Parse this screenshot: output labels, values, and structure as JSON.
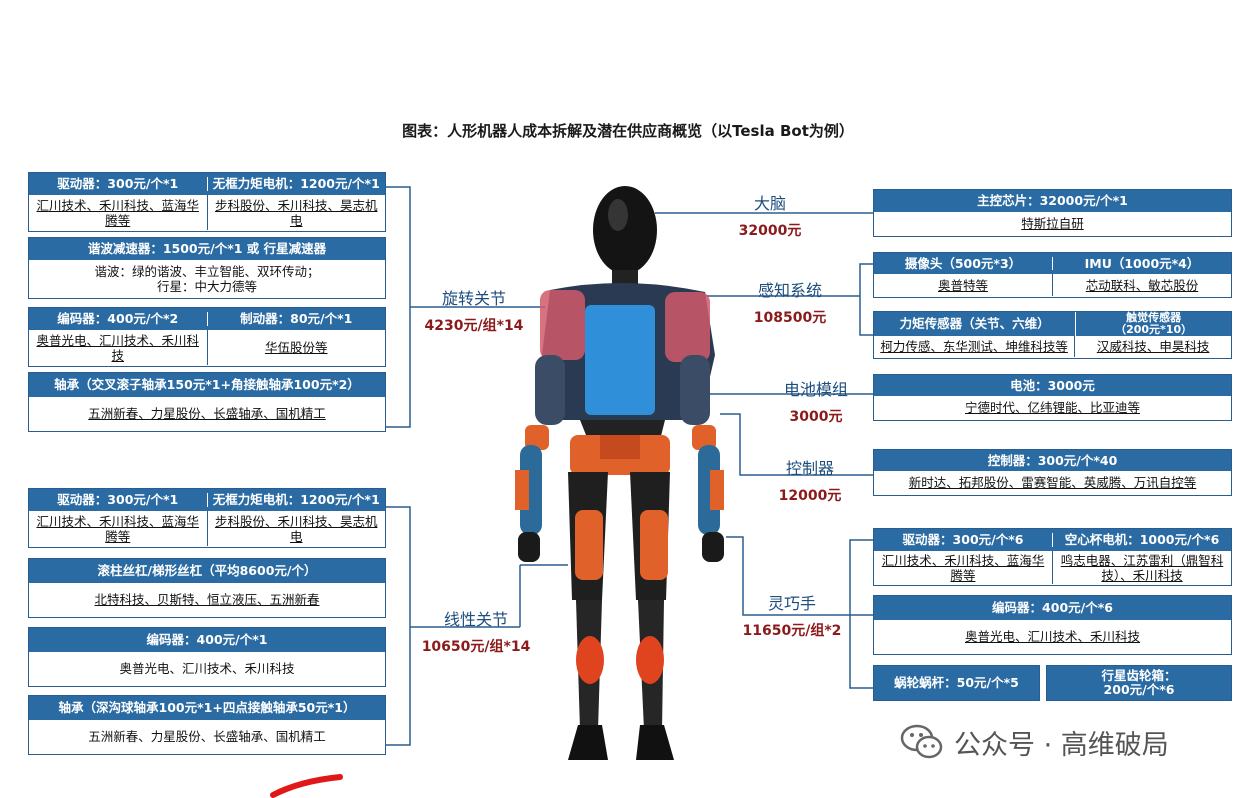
{
  "title": "图表：人形机器人成本拆解及潜在供应商概览（以Tesla Bot为例）",
  "colors": {
    "header": "#2b6ba3",
    "border": "#2a5d8f",
    "cost": "#8b1a1a",
    "label": "#1e4e7e"
  },
  "labels": {
    "rotary": {
      "name": "旋转关节",
      "cost": "4230元/组*14"
    },
    "linear": {
      "name": "线性关节",
      "cost": "10650元/组*14"
    },
    "brain": {
      "name": "大脑",
      "cost": "32000元"
    },
    "sensing": {
      "name": "感知系统",
      "cost": "108500元"
    },
    "battery": {
      "name": "电池模组",
      "cost": "3000元"
    },
    "controller": {
      "name": "控制器",
      "cost": "12000元"
    },
    "hand": {
      "name": "灵巧手",
      "cost": "11650元/组*2"
    }
  },
  "rotary": {
    "b1": {
      "h1": "驱动器：300元/个*1",
      "h2": "无框力矩电机：1200元/个*1",
      "c1": "汇川技术、禾川科技、蓝海华腾等",
      "c2": "步科股份、禾川科技、昊志机电"
    },
    "b2": {
      "h": "谐波减速器：1500元/个*1 或 行星减速器",
      "l1": "谐波：绿的谐波、丰立智能、双环传动；",
      "l2": "行星：中大力德等"
    },
    "b3": {
      "h1": "编码器：400元/个*2",
      "h2": "制动器：80元/个*1",
      "c1": "奥普光电、汇川技术、禾川科技",
      "c2": "华伍股份等"
    },
    "b4": {
      "h": "轴承（交叉滚子轴承150元*1+角接触轴承100元*2）",
      "c": "五洲新春、力星股份、长盛轴承、国机精工"
    }
  },
  "linear": {
    "b1": {
      "h1": "驱动器：300元/个*1",
      "h2": "无框力矩电机：1200元/个*1",
      "c1": "汇川技术、禾川科技、蓝海华腾等",
      "c2": "步科股份、禾川科技、昊志机电"
    },
    "b2": {
      "h": "滚柱丝杠/梯形丝杠（平均8600元/个）",
      "c": "北特科技、贝斯特、恒立液压、五洲新春"
    },
    "b3": {
      "h": "编码器：400元/个*1",
      "c": "奥普光电、汇川技术、禾川科技"
    },
    "b4": {
      "h": "轴承（深沟球轴承100元*1+四点接触轴承50元*1）",
      "c": "五洲新春、力星股份、长盛轴承、国机精工"
    }
  },
  "brain": {
    "h": "主控芯片：32000元/个*1",
    "c": "特斯拉自研"
  },
  "sensing": {
    "b1": {
      "h1": "摄像头（500元*3）",
      "h2": "IMU（1000元*4）",
      "c1": "奥普特等",
      "c2": "芯动联科、敏芯股份"
    },
    "b2": {
      "h1": "力矩传感器（关节、六维）",
      "h2a": "触觉传感器",
      "h2b": "（200元*10）",
      "c1": "柯力传感、东华测试、坤维科技等",
      "c2": "汉威科技、申昊科技"
    }
  },
  "battery": {
    "h": "电池：3000元",
    "c": "宁德时代、亿纬锂能、比亚迪等"
  },
  "controller": {
    "h": "控制器：300元/个*40",
    "c": "新时达、拓邦股份、雷赛智能、英威腾、万讯自控等"
  },
  "hand": {
    "b1": {
      "h1": "驱动器：300元/个*6",
      "h2": "空心杯电机：1000元/个*6",
      "c1": "汇川技术、禾川科技、蓝海华腾等",
      "c2": "鸣志电器、江苏雷利（鼎智科技）、禾川科技"
    },
    "b2": {
      "h": "编码器：400元/个*6",
      "c": "奥普光电、汇川技术、禾川科技"
    },
    "b3": {
      "h1": "蜗轮蜗杆：50元/个*5",
      "h2a": "行星齿轮箱：",
      "h2b": "200元/个*6"
    }
  },
  "watermark": "公众号 · 高维破局"
}
